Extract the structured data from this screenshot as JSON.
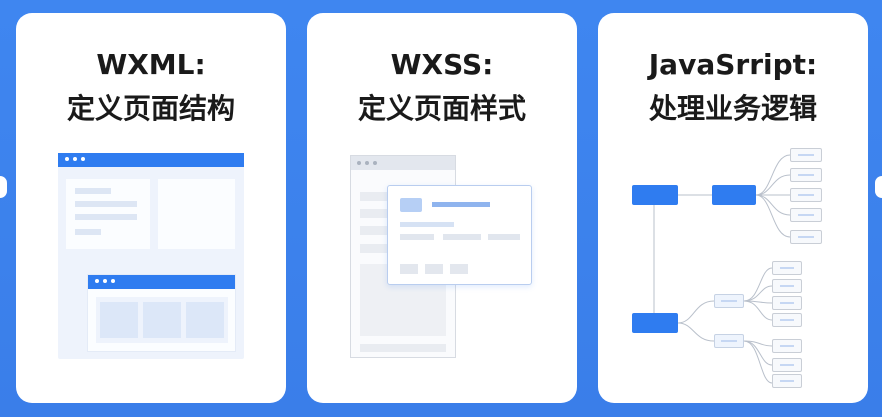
{
  "cards": [
    {
      "title_line1": "WXML:",
      "title_line2": "定义页面结构",
      "icon": "page-structure-wireframe"
    },
    {
      "title_line1": "WXSS:",
      "title_line2": "定义页面样式",
      "icon": "page-style-wireframe"
    },
    {
      "title_line1": "JavaSrript:",
      "title_line2": "处理业务逻辑",
      "icon": "logic-tree-diagram"
    }
  ],
  "colors": {
    "accent": "#2f7cf0",
    "background": "#3f86f0",
    "card": "#ffffff",
    "text": "#1a1a1a"
  }
}
